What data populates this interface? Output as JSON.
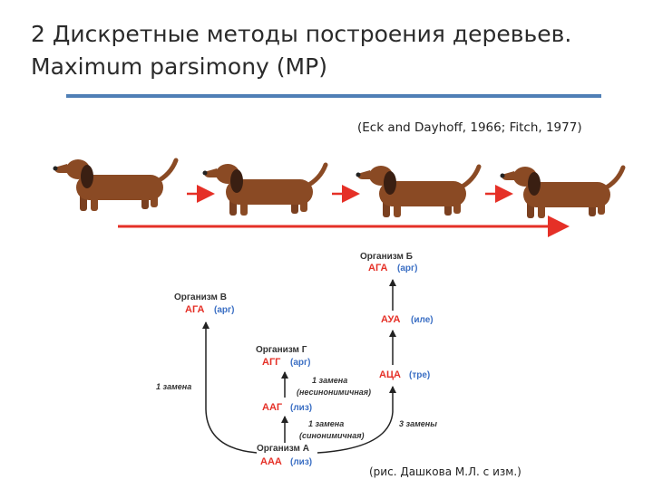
{
  "title": {
    "line1": "2 Дискретные методы построения деревьев.",
    "line2": "Maximum parsimony (MP)"
  },
  "citation": "(Eck and Dayhoff, 1966; Fitch, 1977)",
  "credit": "(рис. Дашкова М.Л. с изм.)",
  "colors": {
    "rule": "#4f7fb6",
    "arrow_red": "#e53027",
    "codon_blue": "#3b6fc4",
    "dog_body": "#8a4a24",
    "dog_ear": "#3a1f12"
  },
  "dogs": {
    "count": 4,
    "icon": "dachshund-icon"
  },
  "organisms": {
    "b": {
      "name": "Организм Б",
      "codon": "АГА",
      "aa": "(арг)"
    },
    "v": {
      "name": "Организм В",
      "codon": "АГА",
      "aa": "(арг)"
    },
    "g": {
      "name": "Организм Г",
      "codon": "АГГ",
      "aa": "(арг)"
    },
    "a": {
      "name": "Организм А",
      "codon": "ААА",
      "aa": "(лиз)"
    }
  },
  "intermediates": {
    "aag": {
      "codon": "ААГ",
      "aa": "(лиз)"
    },
    "aua": {
      "codon": "АУА",
      "aa": "(иле)"
    },
    "aca": {
      "codon": "АЦА",
      "aa": "(тре)"
    }
  },
  "notes": {
    "one_sub": "1 замена",
    "nonsyn": "(несинонимичная)",
    "one_sub_2": "1 замена",
    "syn": "(синонимичная)",
    "three_sub": "3 замены"
  }
}
